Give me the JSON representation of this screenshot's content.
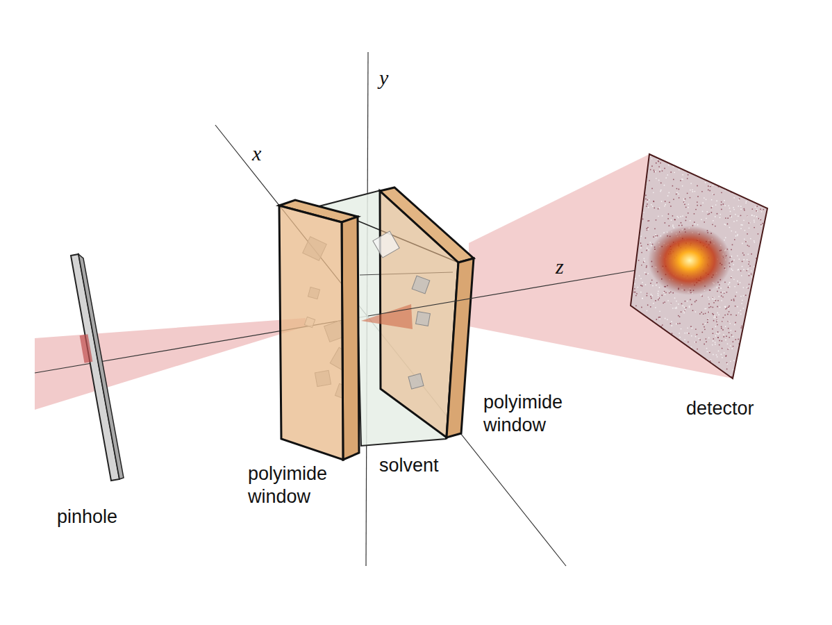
{
  "diagram": {
    "labels": [
      "y",
      "x",
      "z",
      "polyimide window",
      "solvent",
      "polyimide window",
      "detector",
      "pinhole"
    ]
  }
}
